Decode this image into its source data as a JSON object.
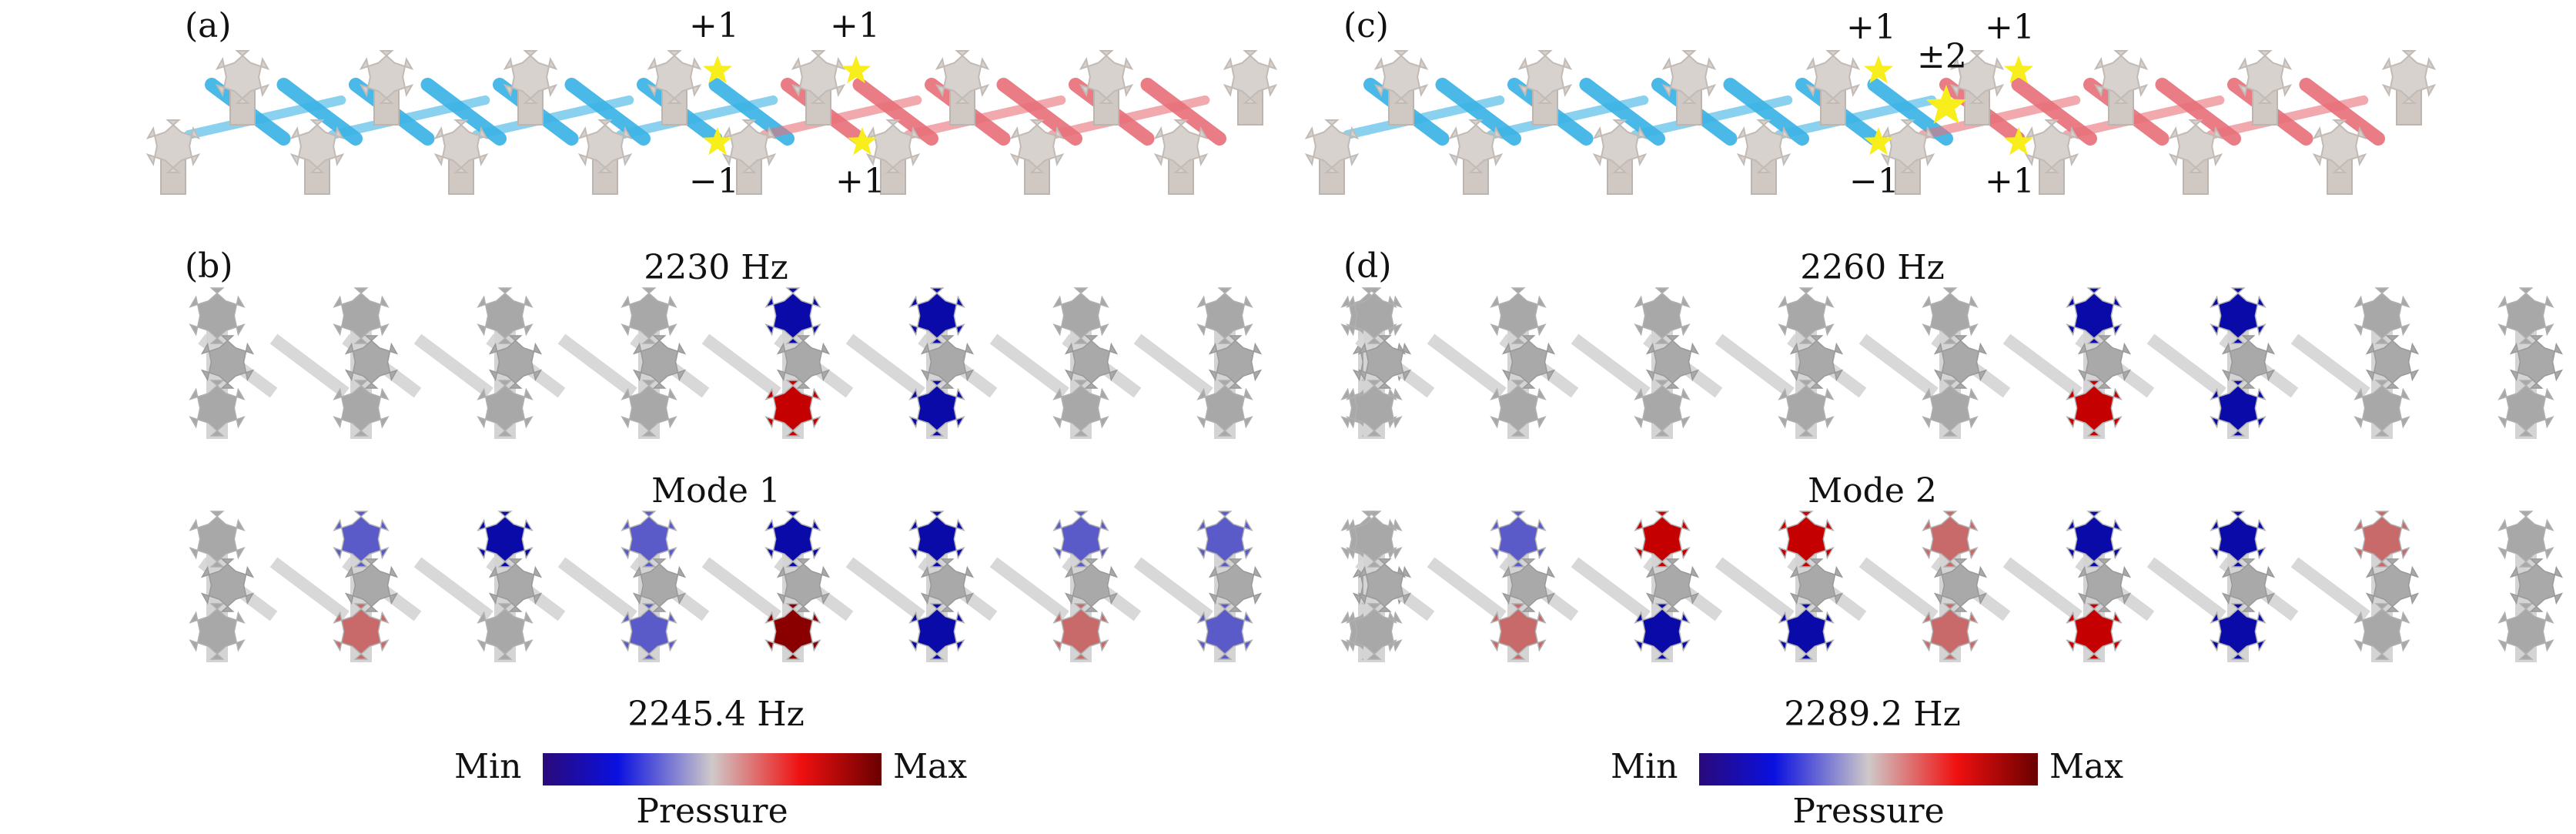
{
  "panels": {
    "a": {
      "label": "(a)",
      "charges_top": [
        "+1",
        "+1"
      ],
      "charges_bottom": [
        "−1",
        "+1"
      ]
    },
    "b": {
      "label": "(b)",
      "freq_top": "2230 Hz",
      "mode_label": "Mode 1",
      "freq_bottom": "2245.4 Hz"
    },
    "c": {
      "label": "(c)",
      "charges_top": [
        "+1",
        "±2",
        "+1"
      ],
      "charges_bottom": [
        "−1",
        "+1"
      ]
    },
    "d": {
      "label": "(d)",
      "freq_top": "2260 Hz",
      "mode_label": "Mode 2",
      "freq_bottom": "2289.2 Hz"
    }
  },
  "colorbar": {
    "min_label": "Min",
    "max_label": "Max",
    "title": "Pressure"
  },
  "colors": {
    "node_gray": "#d8d2ce",
    "coupling_blue": "#3bb4e6",
    "coupling_red": "#e8717a",
    "star_yellow": "#f7ee1c",
    "cmap_min": "#2b0aa0",
    "cmap_mid": "#c8c8c8",
    "cmap_max": "#7a0000"
  }
}
